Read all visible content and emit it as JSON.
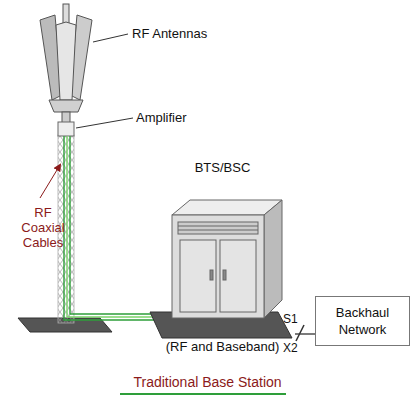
{
  "diagram": {
    "caption": "Traditional Base Station",
    "nodes": [
      {
        "text": [
          "BTS/BSC",
          "(RF and Baseband)"
        ]
      },
      {
        "text": [
          "Backhaul Network"
        ]
      }
    ],
    "edges": [
      {
        "from": 0,
        "to": 1,
        "arrow": "none"
      }
    ],
    "labels": [
      "RF Antennas",
      "Amplifier",
      "RF Coaxial Cables",
      "S1",
      "X2"
    ]
  }
}
